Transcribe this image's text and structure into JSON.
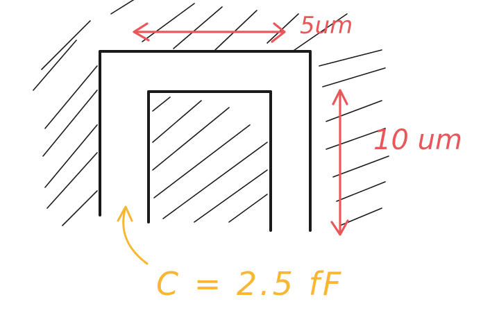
{
  "colors": {
    "ink": "#1a1a1a",
    "red": "#e8575a",
    "orange": "#f7b733",
    "background": "#ffffff"
  },
  "annotations": {
    "width": "5um",
    "height": "10 um",
    "capacitance": "C = 2.5 fF"
  }
}
